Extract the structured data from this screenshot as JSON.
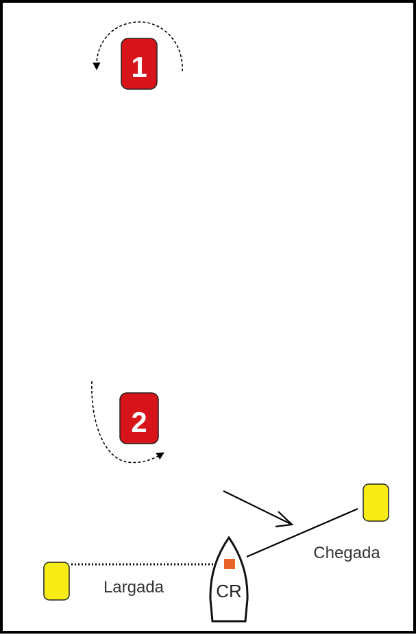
{
  "diagram": {
    "marks": {
      "mark_1": {
        "label": "1",
        "color": "#d7141a",
        "text_color": "#ffffff",
        "rounding": "counter-clockwise"
      },
      "mark_2": {
        "label": "2",
        "color": "#d7141a",
        "text_color": "#ffffff",
        "rounding": "counter-clockwise"
      },
      "start_buoy": {
        "color": "#f7ec16"
      },
      "finish_buoy": {
        "color": "#f7ec16"
      }
    },
    "labels": {
      "start": "Largada",
      "finish": "Chegada",
      "committee_boat": "CR"
    },
    "committee_boat": {
      "flag_color": "#e8632a"
    },
    "colors": {
      "border": "#000000",
      "background": "#ffffff",
      "line": "#000000",
      "label_text": "#333333"
    },
    "lines": {
      "start_line": "dotted",
      "finish_line": "solid",
      "rounding_arrows": "dashed"
    }
  }
}
